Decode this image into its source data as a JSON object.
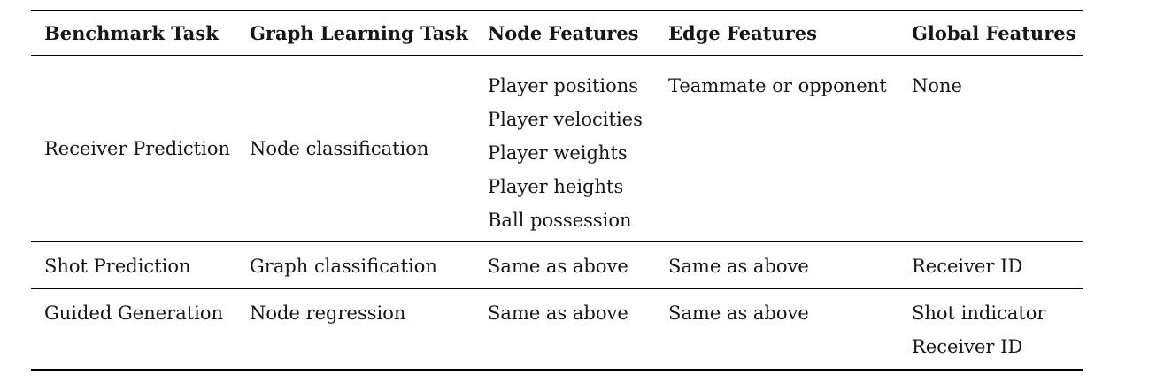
{
  "table": {
    "headers": {
      "benchmark_task": "Benchmark Task",
      "graph_learning_task": "Graph Learning Task",
      "node_features": "Node Features",
      "edge_features": "Edge Features",
      "global_features": "Global Features"
    },
    "rows": [
      {
        "benchmark_task": [
          "Receiver Prediction"
        ],
        "graph_learning_task": [
          "Node classification"
        ],
        "node_features": [
          "Player positions",
          "Player velocities",
          "Player weights",
          "Player heights",
          "Ball possession"
        ],
        "edge_features": [
          "Teammate or opponent"
        ],
        "global_features": [
          "None"
        ]
      },
      {
        "benchmark_task": [
          "Shot Prediction"
        ],
        "graph_learning_task": [
          "Graph classification"
        ],
        "node_features": [
          "Same as above"
        ],
        "edge_features": [
          "Same as above"
        ],
        "global_features": [
          "Receiver ID"
        ]
      },
      {
        "benchmark_task": [
          "Guided Generation"
        ],
        "graph_learning_task": [
          "Node regression"
        ],
        "node_features": [
          "Same as above"
        ],
        "edge_features": [
          "Same as above"
        ],
        "global_features": [
          "Shot indicator",
          "Receiver ID"
        ]
      }
    ]
  },
  "colors": {
    "background": "#ffffff",
    "text": "#161616",
    "rule": "#000000"
  }
}
